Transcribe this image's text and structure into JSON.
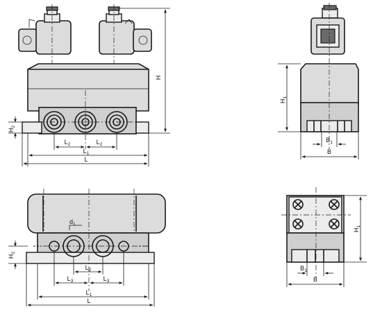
{
  "labels": {
    "H": "H",
    "H1": "H",
    "H1_sub": "1",
    "H2": "H",
    "H2_sub": "2",
    "L": "L",
    "L1": "L",
    "L1_sub": "1",
    "L2": "L",
    "L2_sub": "2",
    "L3": "L",
    "L3_sub": "3",
    "B": "B",
    "B1": "B",
    "B1_sub": "1",
    "d1": "d",
    "d1_sub": "1"
  }
}
